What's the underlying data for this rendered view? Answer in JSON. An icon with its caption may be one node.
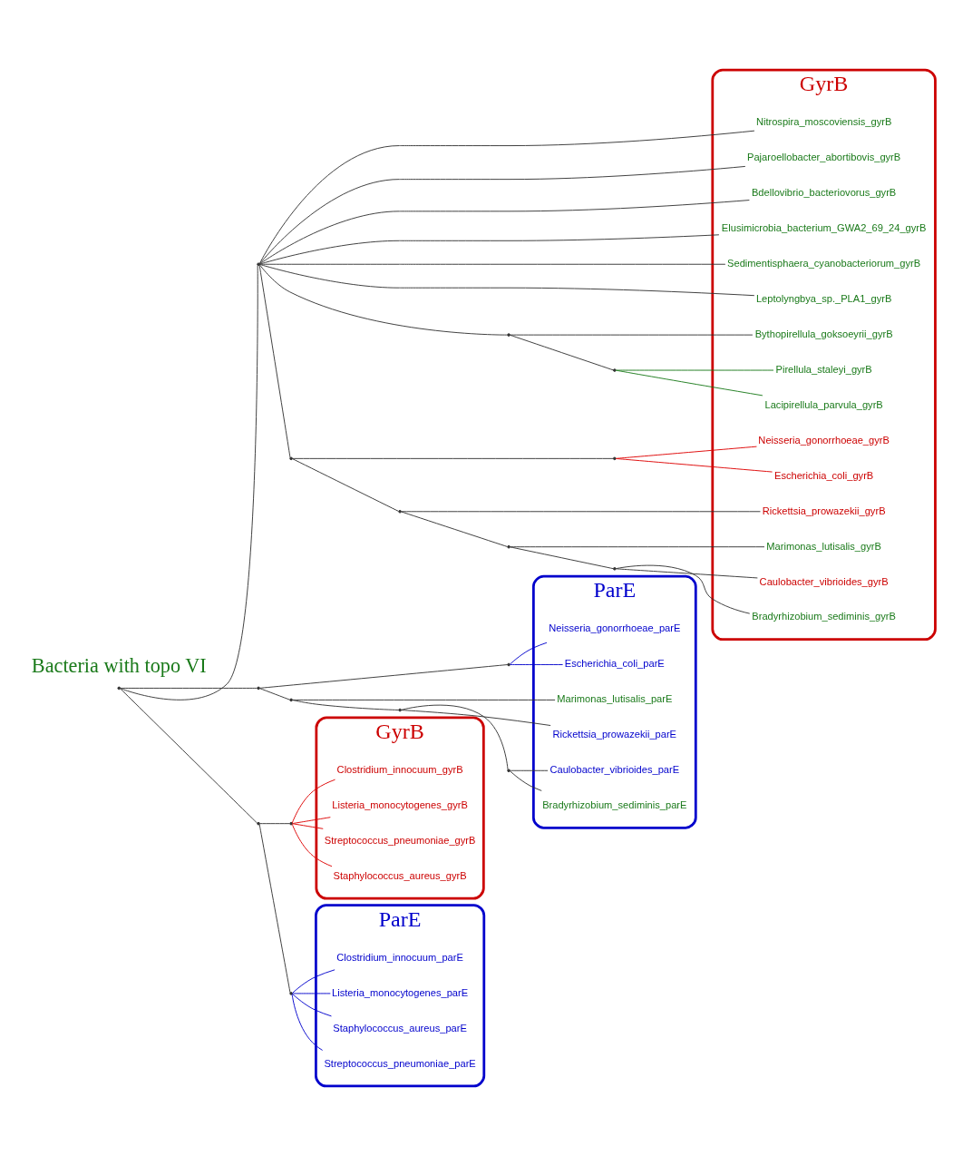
{
  "diagram": {
    "nodes": [
      {
        "text": [
          "ParE"
        ]
      },
      {
        "text": [
          "Neisseria_gonorrhoeae_parE"
        ],
        "in": 0
      },
      {
        "text": [
          "Escherichia_coli_parE"
        ],
        "in": 0
      },
      {
        "text": [
          "Marimonas_lutisalis_parE"
        ],
        "in": 0
      },
      {
        "text": [
          "Rickettsia_prowazekii_parE"
        ],
        "in": 0
      },
      {
        "text": [
          "Caulobacter_vibrioides_parE"
        ],
        "in": 0
      },
      {
        "text": [
          "Bradyrhizobium_sediminis_parE"
        ],
        "in": 0
      },
      {
        "text": [
          "GyrB"
        ]
      },
      {
        "text": [
          "Clostridium_innocuum_gyrB"
        ],
        "in": 7
      },
      {
        "text": [
          "Listeria_monocytogenes_gyrB"
        ],
        "in": 7
      },
      {
        "text": [
          "Streptococcus_pneumoniae_gyrB"
        ],
        "in": 7
      },
      {
        "text": [
          "Staphylococcus_aureus_gyrB"
        ],
        "in": 7
      },
      {
        "text": [
          "ParE"
        ]
      },
      {
        "text": [
          "Clostridium_innocuum_parE"
        ],
        "in": 12
      },
      {
        "text": [
          "Listeria_monocytogenes_parE"
        ],
        "in": 12
      },
      {
        "text": [
          "Staphylococcus_aureus_parE"
        ],
        "in": 12
      },
      {
        "text": [
          "Streptococcus_pneumoniae_parE"
        ],
        "in": 12
      },
      {
        "text": [
          "GyrB"
        ]
      },
      {
        "text": [
          "Nitrospira_moscoviensis_gyrB"
        ],
        "in": 17
      },
      {
        "text": [
          "Pajaroellobacter_abortibovis_gyrB"
        ],
        "in": 17
      },
      {
        "text": [
          "Neisseria_gonorrhoeae_gyrB"
        ],
        "in": 17
      },
      {
        "text": [
          "Escherichia_coli_gyrB"
        ],
        "in": 17
      },
      {
        "text": [
          "Rickettsia_prowazekii_gyrB"
        ],
        "in": 17
      },
      {
        "text": [
          "Marimonas_lutisalis_gyrB"
        ],
        "in": 17
      },
      {
        "text": [
          "Caulobacter_vibrioides_gyrB"
        ],
        "in": 17
      },
      {
        "text": [
          "Bradyrhizobium_sediminis_gyrB"
        ],
        "in": 17
      },
      {
        "text": [
          "Bdellovibrio_bacteriovorus_gyrB"
        ],
        "in": 17
      },
      {
        "text": [
          "Elusimicrobia_bacterium_GWA2_69_24_gyrB"
        ],
        "in": 17
      },
      {
        "text": [
          "Sedimentisphaera_cyanobacteriorum_gyrB"
        ],
        "in": 17
      },
      {
        "text": [
          "Leptolyngbya_sp._PLA1_gyrB"
        ],
        "in": 17
      },
      {
        "text": [
          "Pirellula_staleyi_gyrB"
        ],
        "in": 17
      },
      {
        "text": [
          "Lacipirellula_parvula_gyrB"
        ],
        "in": 17
      },
      {
        "text": [
          "Bythopirellula_goksoeyrii_gyrB"
        ],
        "in": 17
      },
      {
        "text": [],
        "shape": "point"
      },
      {
        "text": [],
        "shape": "point"
      },
      {
        "text": [],
        "shape": "point"
      },
      {
        "text": [],
        "shape": "point"
      },
      {
        "text": [],
        "shape": "point"
      },
      {
        "text": [],
        "shape": "point"
      },
      {
        "text": [],
        "shape": "point"
      },
      {
        "text": [],
        "shape": "point"
      },
      {
        "text": [],
        "shape": "point"
      },
      {
        "text": [],
        "shape": "point"
      },
      {
        "text": [],
        "shape": "point"
      },
      {
        "text": [],
        "shape": "point"
      },
      {
        "text": [],
        "shape": "point"
      },
      {
        "text": [],
        "shape": "point"
      },
      {
        "text": [],
        "shape": "point"
      },
      {
        "text": [],
        "shape": "point"
      },
      {
        "text": [],
        "shape": "point"
      }
    ],
    "edges": [
      {
        "from": 33,
        "to": 35,
        "arrow": "none"
      },
      {
        "from": 33,
        "to": 40,
        "arrow": "none"
      },
      {
        "from": 33,
        "to": 34,
        "arrow": "none"
      },
      {
        "from": 35,
        "to": 36,
        "arrow": "none"
      },
      {
        "from": 35,
        "to": 37,
        "arrow": "none"
      },
      {
        "from": 36,
        "to": 1,
        "arrow": "none",
        "color": "#0000cc"
      },
      {
        "from": 36,
        "to": 2,
        "arrow": "none",
        "color": "#0000cc"
      },
      {
        "from": 37,
        "to": 3,
        "arrow": "none"
      },
      {
        "from": 37,
        "to": 38,
        "arrow": "none"
      },
      {
        "from": 38,
        "to": 4,
        "arrow": "none"
      },
      {
        "from": 38,
        "to": 39,
        "arrow": "none"
      },
      {
        "from": 39,
        "to": 5,
        "arrow": "none"
      },
      {
        "from": 39,
        "to": 6,
        "arrow": "none"
      },
      {
        "from": 40,
        "to": 41,
        "arrow": "none"
      },
      {
        "from": 40,
        "to": 42,
        "arrow": "none"
      },
      {
        "from": 41,
        "to": 8,
        "arrow": "none",
        "color": "#dd0000"
      },
      {
        "from": 41,
        "to": 9,
        "arrow": "none",
        "color": "#dd0000"
      },
      {
        "from": 41,
        "to": 10,
        "arrow": "none",
        "color": "#dd0000"
      },
      {
        "from": 41,
        "to": 11,
        "arrow": "none",
        "color": "#dd0000"
      },
      {
        "from": 42,
        "to": 13,
        "arrow": "none",
        "color": "#0000cc"
      },
      {
        "from": 42,
        "to": 14,
        "arrow": "none",
        "color": "#0000cc"
      },
      {
        "from": 42,
        "to": 15,
        "arrow": "none",
        "color": "#0000cc"
      },
      {
        "from": 42,
        "to": 16,
        "arrow": "none",
        "color": "#0000cc"
      },
      {
        "from": 34,
        "to": 18,
        "arrow": "none"
      },
      {
        "from": 34,
        "to": 19,
        "arrow": "none"
      },
      {
        "from": 34,
        "to": 45,
        "arrow": "none"
      },
      {
        "from": 45,
        "to": 46,
        "arrow": "none"
      },
      {
        "from": 46,
        "to": 20,
        "arrow": "none",
        "color": "#dd0000"
      },
      {
        "from": 46,
        "to": 21,
        "arrow": "none",
        "color": "#dd0000"
      },
      {
        "from": 45,
        "to": 47,
        "arrow": "none"
      },
      {
        "from": 47,
        "to": 22,
        "arrow": "none"
      },
      {
        "from": 47,
        "to": 48,
        "arrow": "none"
      },
      {
        "from": 48,
        "to": 23,
        "arrow": "none"
      },
      {
        "from": 48,
        "to": 49,
        "arrow": "none"
      },
      {
        "from": 49,
        "to": 24,
        "arrow": "none"
      },
      {
        "from": 49,
        "to": 25,
        "arrow": "none"
      },
      {
        "from": 34,
        "to": 26,
        "arrow": "none"
      },
      {
        "from": 34,
        "to": 27,
        "arrow": "none"
      },
      {
        "from": 34,
        "to": 28,
        "arrow": "none"
      },
      {
        "from": 34,
        "to": 29,
        "arrow": "none"
      },
      {
        "from": 34,
        "to": 43,
        "arrow": "none"
      },
      {
        "from": 43,
        "to": 44,
        "arrow": "none"
      },
      {
        "from": 44,
        "to": 30,
        "arrow": "none",
        "color": "#1a7a1a"
      },
      {
        "from": 44,
        "to": 31,
        "arrow": "none",
        "color": "#1a7a1a"
      },
      {
        "from": 43,
        "to": 32,
        "arrow": "none"
      }
    ],
    "labels": [
      "Bacteria with topo VI"
    ]
  }
}
